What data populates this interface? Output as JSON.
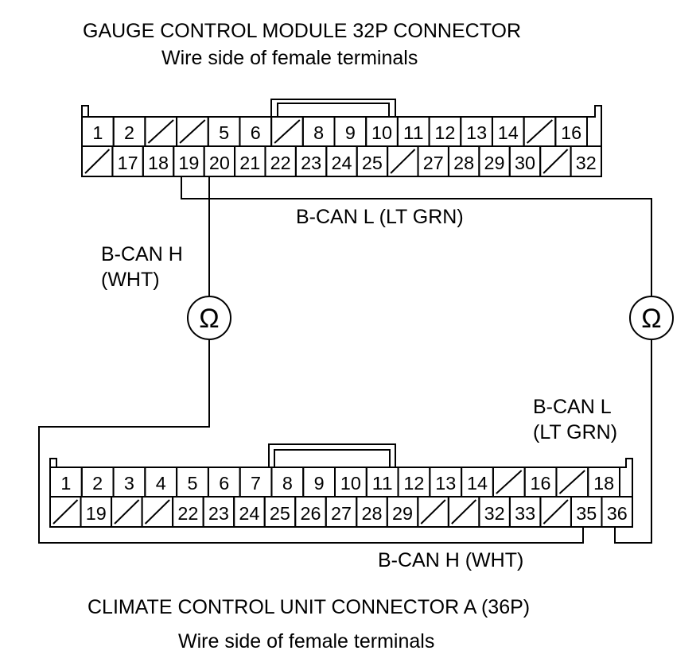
{
  "gauge_connector": {
    "title": "GAUGE CONTROL MODULE 32P CONNECTOR",
    "subtitle": "Wire side of female terminals",
    "row1": [
      "1",
      "2",
      "",
      "",
      "5",
      "6",
      "",
      "8",
      "9",
      "10",
      "11",
      "12",
      "13",
      "14",
      "",
      "16"
    ],
    "row2": [
      "",
      "17",
      "18",
      "19",
      "20",
      "21",
      "22",
      "23",
      "24",
      "25",
      "",
      "27",
      "28",
      "29",
      "30",
      "",
      "32"
    ]
  },
  "climate_connector": {
    "title": "CLIMATE CONTROL UNIT CONNECTOR A (36P)",
    "subtitle": "Wire side of female terminals",
    "row1": [
      "1",
      "2",
      "3",
      "4",
      "5",
      "6",
      "7",
      "8",
      "9",
      "10",
      "11",
      "12",
      "13",
      "14",
      "",
      "16",
      "",
      "18"
    ],
    "row2": [
      "",
      "19",
      "",
      "",
      "22",
      "23",
      "24",
      "25",
      "26",
      "27",
      "28",
      "29",
      "",
      "",
      "32",
      "33",
      "",
      "35",
      "36"
    ]
  },
  "wire_labels": {
    "bcan_l_top": "B-CAN L (LT GRN)",
    "bcan_h_left_1": "B-CAN H",
    "bcan_h_left_2": "(WHT)",
    "bcan_l_right_1": "B-CAN L",
    "bcan_l_right_2": "(LT GRN)",
    "bcan_h_bottom": "B-CAN H (WHT)"
  },
  "meter_symbol": "Ω",
  "colors": {
    "line": "#000000",
    "background": "#ffffff"
  }
}
